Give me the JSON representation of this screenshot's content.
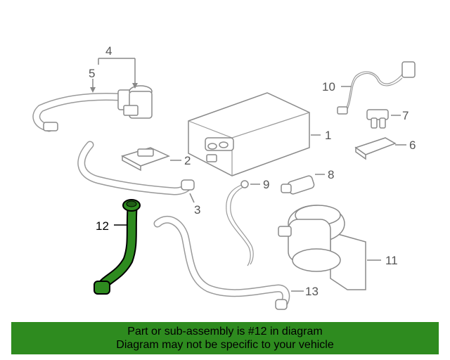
{
  "callouts": {
    "c1": "1",
    "c2": "2",
    "c3": "3",
    "c4": "4",
    "c5": "5",
    "c6": "6",
    "c7": "7",
    "c8": "8",
    "c9": "9",
    "c10": "10",
    "c11": "11",
    "c12": "12",
    "c13": "13"
  },
  "highlight": {
    "part": "12",
    "color": "#2e8b1f"
  },
  "banner": {
    "line1": "Part or sub-assembly is #12 in diagram",
    "line2": "Diagram may not be specific to your vehicle",
    "color": "#2e8b1f"
  }
}
